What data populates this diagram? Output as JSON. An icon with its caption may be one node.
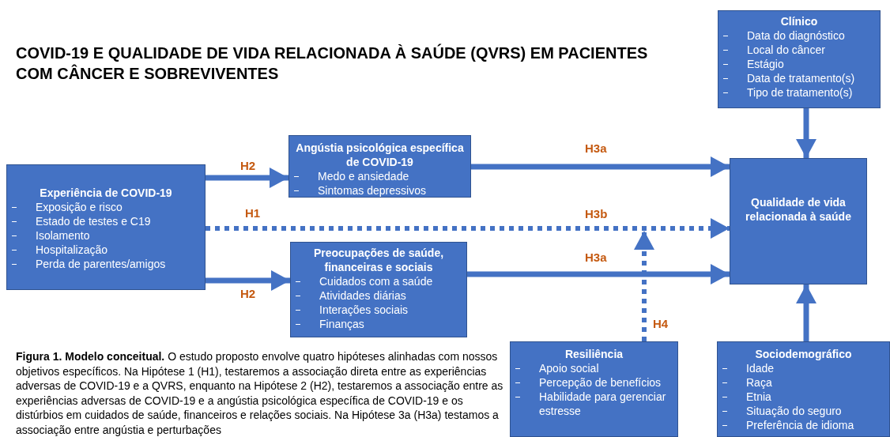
{
  "diagram": {
    "title": "COVID-19 E QUALIDADE DE VIDA RELACIONADA À SAÚDE (QVRS) EM PACIENTES COM CÂNCER E SOBREVIVENTES",
    "caption": "**Figura 1. Modelo conceitual.** O estudo proposto envolve quatro hipóteses alinhadas com nossos objetivos específicos. Na Hipótese 1 (H1), testaremos a associação direta entre as experiências adversas de COVID-19 e a QVRS, enquanto na Hipótese 2 (H2), testaremos a associação entre as experiências adversas de COVID-19 e a angústia psicológica específica de COVID-19 e os distúrbios em cuidados de saúde, financeiros e relações sociais. Na Hipótese 3a (H3a) testamos a associação entre angústia e perturbações",
    "nodes": [
      {
        "text": [
          "Clínico",
          "Data do diagnóstico",
          "Local do câncer",
          "Estágio",
          "Data de tratamento(s)",
          "Tipo de tratamento(s)"
        ]
      },
      {
        "text": [
          "Angústia psicológica específica de COVID-19",
          "Medo e ansiedade",
          "Sintomas depressivos"
        ]
      },
      {
        "text": [
          "Experiência de COVID-19",
          "Exposição e risco",
          "Estado de testes e C19",
          "Isolamento",
          "Hospitalização",
          "Perda de parentes/amigos"
        ]
      },
      {
        "text": [
          "Qualidade de vida relacionada à saúde"
        ]
      },
      {
        "text": [
          "Preocupações de saúde, financeiras e sociais",
          "Cuidados com a saúde",
          "Atividades diárias",
          "Interações sociais",
          "Finanças"
        ]
      },
      {
        "text": [
          "Resiliência",
          "Apoio social",
          "Percepção de benefícios",
          "Habilidade para gerenciar estresse"
        ]
      },
      {
        "text": [
          "Sociodemográfico",
          "Idade",
          "Raça",
          "Etnia",
          "Situação do seguro",
          "Preferência de idioma"
        ]
      }
    ],
    "edges": [
      {
        "from": 2,
        "to": 1,
        "arrow": "to",
        "label": "H2"
      },
      {
        "from": 2,
        "to": 4,
        "arrow": "to",
        "label": "H2"
      },
      {
        "from": 2,
        "to": 3,
        "arrow": "to",
        "label": "H1",
        "style": "dashed"
      },
      {
        "from": 1,
        "to": 3,
        "arrow": "to",
        "label": "H3a"
      },
      {
        "from": 4,
        "to": 3,
        "arrow": "to",
        "label": "H3a"
      },
      {
        "from": 5,
        "to": null,
        "arrow": "to",
        "label": "H4",
        "style": "dashed"
      },
      {
        "from": 0,
        "to": 3,
        "arrow": "to"
      },
      {
        "from": 6,
        "to": 3,
        "arrow": "to"
      }
    ],
    "labels": [
      "H3b"
    ]
  }
}
